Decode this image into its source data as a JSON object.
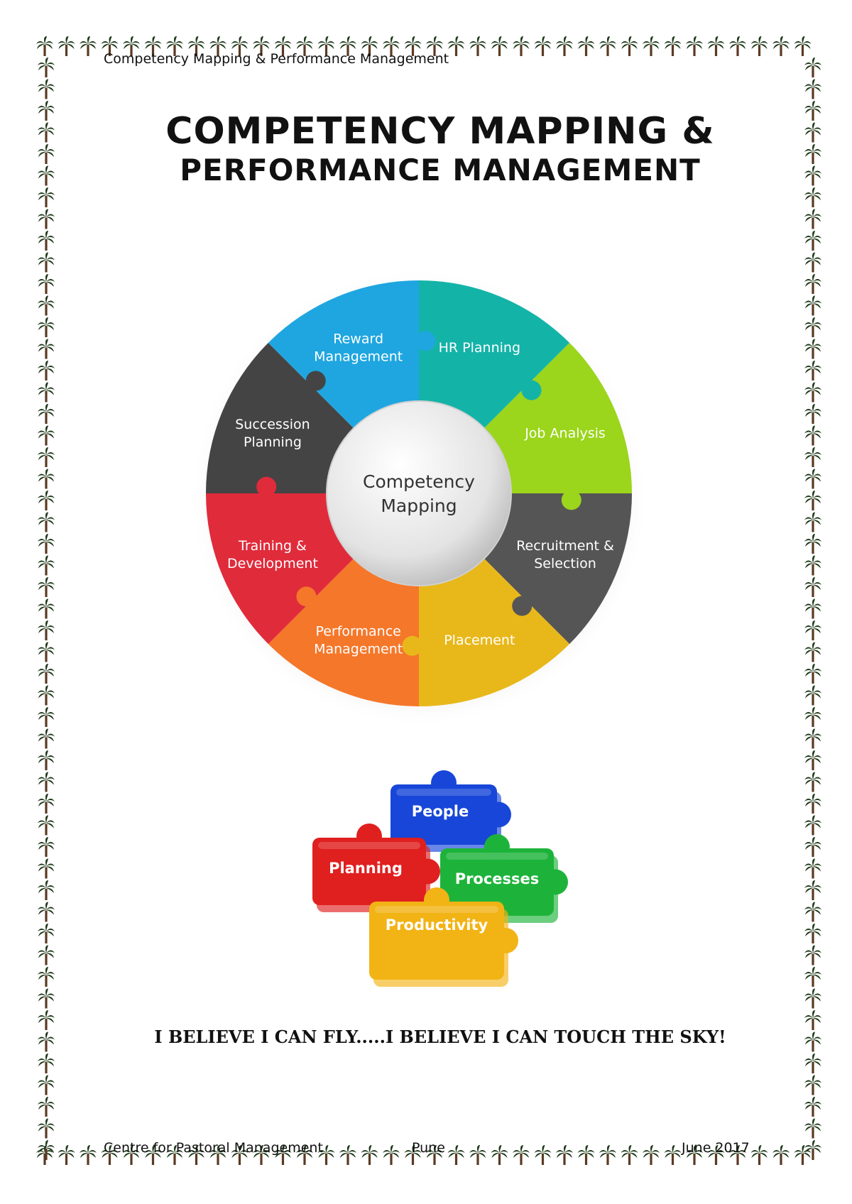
{
  "header": {
    "running_title": "Competency Mapping & Performance Management"
  },
  "title": {
    "line1": "COMPETENCY MAPPING &",
    "line2": "PERFORMANCE MANAGEMENT"
  },
  "wheel": {
    "center_lines": [
      "Competency",
      "Mapping"
    ],
    "segments": [
      {
        "lines": [
          "HR Planning"
        ],
        "color": "#14b3a8"
      },
      {
        "lines": [
          "Job Analysis"
        ],
        "color": "#9bd51c"
      },
      {
        "lines": [
          "Recruitment &",
          "Selection"
        ],
        "color": "#555555"
      },
      {
        "lines": [
          "Placement"
        ],
        "color": "#e8b81a"
      },
      {
        "lines": [
          "Performance",
          "Management"
        ],
        "color": "#f5772a"
      },
      {
        "lines": [
          "Training &",
          "Development"
        ],
        "color": "#e02b3b"
      },
      {
        "lines": [
          "Succession",
          "Planning"
        ],
        "color": "#444444"
      },
      {
        "lines": [
          "Reward",
          "Management"
        ],
        "color": "#1fa6e0"
      }
    ]
  },
  "puzzle": {
    "pieces": [
      {
        "label": "People",
        "color": "#1746d8"
      },
      {
        "label": "Planning",
        "color": "#e01f1f"
      },
      {
        "label": "Processes",
        "color": "#1db33a"
      },
      {
        "label": "Productivity",
        "color": "#f2b315"
      }
    ]
  },
  "motto": "I BELIEVE I CAN FLY.....I BELIEVE I CAN TOUCH THE SKY!",
  "footer": {
    "left": "Centre for Pastoral Management",
    "center": "Pune",
    "right": "June 2017"
  },
  "colors": {
    "palm_leaf": "#1f3a1a",
    "palm_trunk": "#5a3a22"
  },
  "icons": {
    "border": "palm-tree-icon"
  }
}
